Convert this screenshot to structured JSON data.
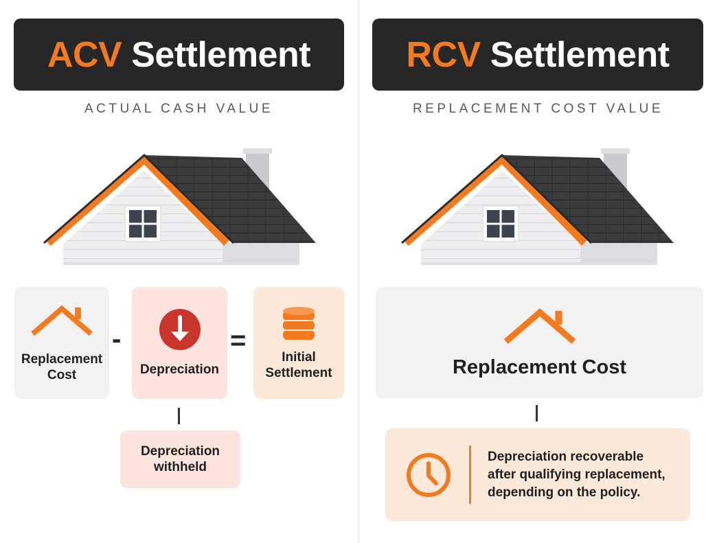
{
  "acv": {
    "title_accent": "ACV",
    "title_rest": "Settlement",
    "subtitle": "ACTUAL CASH VALUE",
    "cards": {
      "replacement_cost": "Replacement Cost",
      "depreciation": "Depreciation",
      "initial_settlement": "Initial Settlement",
      "depreciation_withheld": "Depreciation withheld"
    },
    "operators": {
      "minus": "-",
      "equals": "="
    }
  },
  "rcv": {
    "title_accent": "RCV",
    "title_rest": "Settlement",
    "subtitle": "REPLACEMENT COST VALUE",
    "cards": {
      "replacement_cost": "Replacement Cost",
      "recoverable_note": "Depreciation recoverable after qualifying replacement, depending on the policy."
    }
  },
  "colors": {
    "accent": "#f47a20",
    "title_bar": "#262626",
    "depreciation_red": "#c9352b",
    "card_gray": "#f2f2f3",
    "card_pink": "#fde4de",
    "card_peach": "#fde9d9"
  },
  "icons": [
    "house-icon",
    "roof-icon",
    "arrow-down-icon",
    "coin-stack-icon",
    "clock-icon"
  ]
}
